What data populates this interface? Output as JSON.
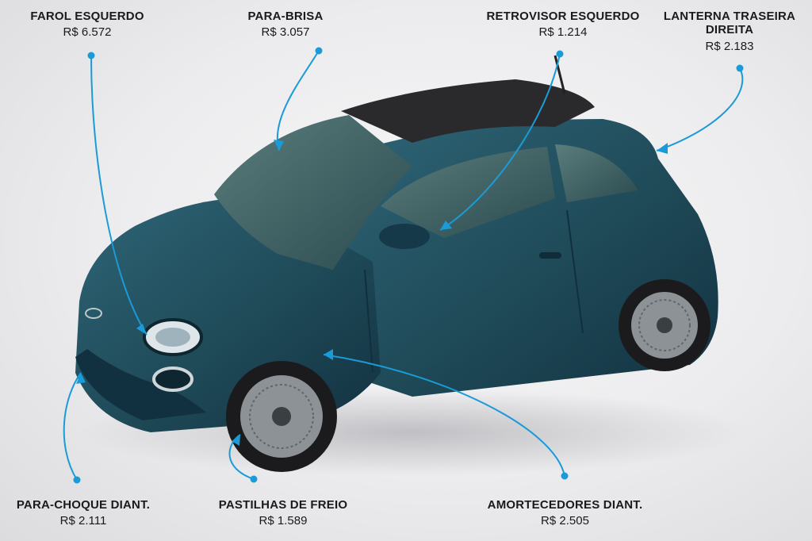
{
  "parts": {
    "farol": {
      "name": "FAROL ESQUERDO",
      "price": "R$ 6.572"
    },
    "parabrisa": {
      "name": "PARA-BRISA",
      "price": "R$ 3.057"
    },
    "retrovisor": {
      "name": "RETROVISOR ESQUERDO",
      "price": "R$ 1.214"
    },
    "lanterna": {
      "name_line1": "LANTERNA TRASEIRA",
      "name_line2": "DIREITA",
      "price": "R$ 2.183"
    },
    "parachoque": {
      "name": "PARA-CHOQUE DIANT.",
      "price": "R$ 2.111"
    },
    "pastilhas": {
      "name": "PASTILHAS DE FREIO",
      "price": "R$ 1.589"
    },
    "amortecedores": {
      "name": "AMORTECEDORES DIANT.",
      "price": "R$ 2.505"
    }
  },
  "colors": {
    "callout": "#1a9bd7",
    "car_body": "#1f4a58",
    "car_dark": "#133240",
    "text": "#1a1a1a"
  }
}
